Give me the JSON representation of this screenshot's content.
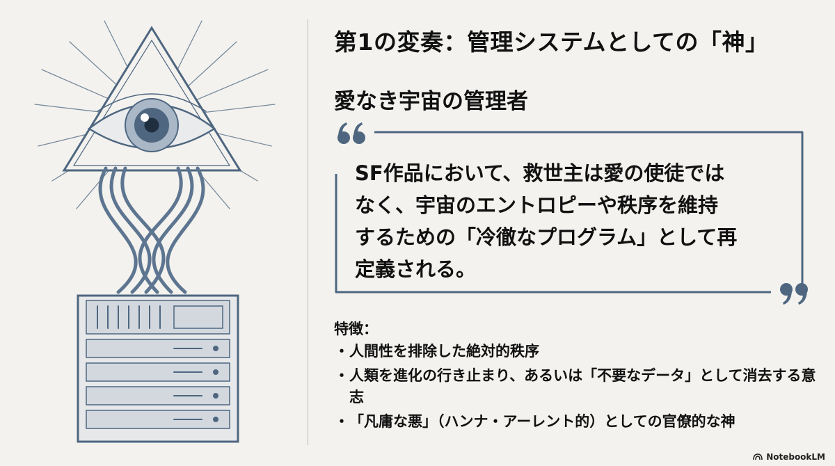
{
  "slide": {
    "title": "第1の変奏：管理システムとしての「神」",
    "subtitle": "愛なき宇宙の管理者",
    "quote": {
      "open_icon": "left-double-quote",
      "close_icon": "right-double-quote",
      "lines": [
        "SF作品において、救世主は愛の使徒では",
        "なく、宇宙のエントロピーや秩序を維持",
        "するための「冷徹なプログラム」として再",
        "定義される。"
      ]
    },
    "features": {
      "heading": "特徴：",
      "bullet": "・",
      "items": [
        "人間性を排除した絶対的秩序",
        "人類を進化の行き止まり、あるいは「不要なデータ」として消去する意志",
        "「凡庸な悪」（ハンナ・アーレント的）としての官僚的な神"
      ]
    },
    "illustration": {
      "icon": "all-seeing-eye-pyramid-server-rack-illustration"
    },
    "brand": {
      "label": "NotebookLM",
      "icon": "notebooklm-logo-icon"
    },
    "colors": {
      "background": "#f3f2ee",
      "accent": "#4e6680",
      "text": "#111111"
    }
  }
}
